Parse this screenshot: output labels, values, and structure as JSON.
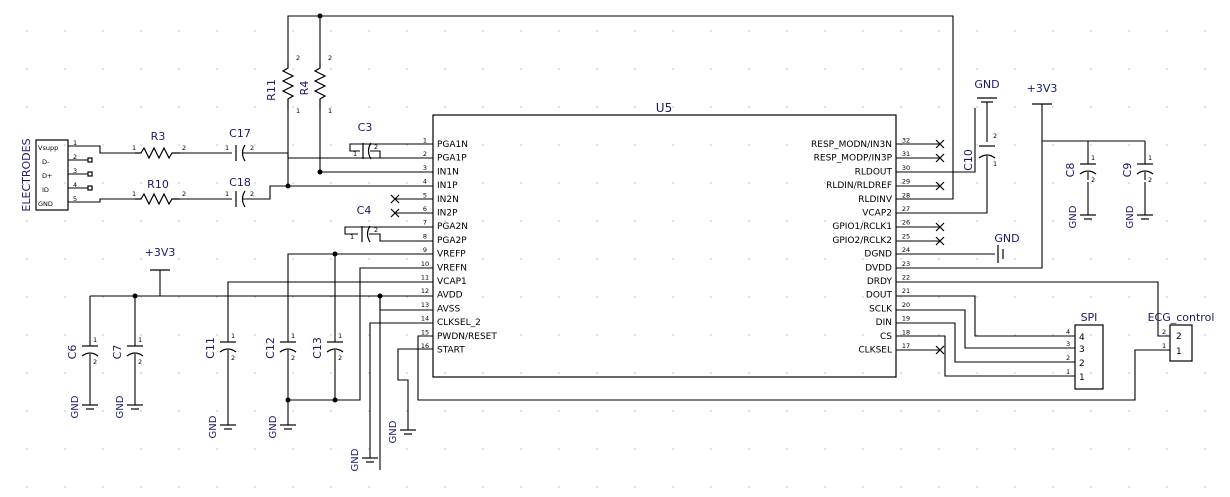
{
  "chip": {
    "ref": "U5",
    "left_pins": [
      {
        "num": "1",
        "name": "PGA1N"
      },
      {
        "num": "2",
        "name": "PGA1P"
      },
      {
        "num": "3",
        "name": "IN1N"
      },
      {
        "num": "4",
        "name": "IN1P"
      },
      {
        "num": "5",
        "name": "IN2N"
      },
      {
        "num": "6",
        "name": "IN2P"
      },
      {
        "num": "7",
        "name": "PGA2N"
      },
      {
        "num": "8",
        "name": "PGA2P"
      },
      {
        "num": "9",
        "name": "VREFP"
      },
      {
        "num": "10",
        "name": "VREFN"
      },
      {
        "num": "11",
        "name": "VCAP1"
      },
      {
        "num": "12",
        "name": "AVDD"
      },
      {
        "num": "13",
        "name": "AVSS"
      },
      {
        "num": "14",
        "name": "CLKSEL_2"
      },
      {
        "num": "15",
        "name": "PWDN/RESET"
      },
      {
        "num": "16",
        "name": "START"
      }
    ],
    "right_pins": [
      {
        "num": "32",
        "name": "RESP_MODN/IN3N"
      },
      {
        "num": "31",
        "name": "RESP_MODP/IN3P"
      },
      {
        "num": "30",
        "name": "RLDOUT"
      },
      {
        "num": "29",
        "name": "RLDIN/RLDREF"
      },
      {
        "num": "28",
        "name": "RLDINV"
      },
      {
        "num": "27",
        "name": "VCAP2"
      },
      {
        "num": "26",
        "name": "GPIO1/RCLK1"
      },
      {
        "num": "25",
        "name": "GPIO2/RCLK2"
      },
      {
        "num": "24",
        "name": "DGND"
      },
      {
        "num": "23",
        "name": "DVDD"
      },
      {
        "num": "22",
        "name": "DRDY"
      },
      {
        "num": "21",
        "name": "DOUT"
      },
      {
        "num": "20",
        "name": "SCLK"
      },
      {
        "num": "19",
        "name": "DIN"
      },
      {
        "num": "18",
        "name": "CS"
      },
      {
        "num": "17",
        "name": "CLKSEL"
      }
    ]
  },
  "labels": {
    "r11": "R11",
    "r4": "R4",
    "r3": "R3",
    "r10": "R10",
    "c17": "C17",
    "c18": "C18",
    "c3": "C3",
    "c4": "C4",
    "c6": "C6",
    "c7": "C7",
    "c11": "C11",
    "c12": "C12",
    "c13": "C13",
    "c10": "C10",
    "c8": "C8",
    "c9": "C9",
    "electrodes": "ELECTRODES",
    "electrode_pins": [
      "Vsupp",
      "D-",
      "D+",
      "ID",
      "GND"
    ],
    "spi": "SPI",
    "ecg": "ECG_control",
    "gnd": "GND",
    "v33": "+3V3",
    "pin1": "1",
    "pin2": "2",
    "pin3": "3",
    "pin4": "4",
    "pin5": "5"
  }
}
